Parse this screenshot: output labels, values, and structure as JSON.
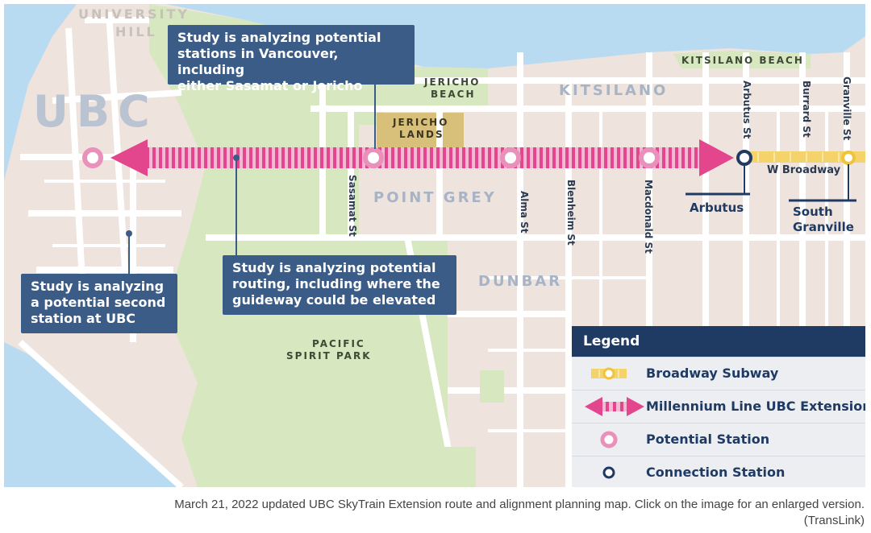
{
  "colors": {
    "water": "#b9dbf1",
    "land": "#eee3dd",
    "park": "#d7e7c0",
    "road": "#ffffff",
    "route": "#e4468d",
    "callout": "#3b5c86",
    "station_dark": "#1f3a63",
    "subway": "#f5d36b"
  },
  "areas": {
    "ubc": "UBC",
    "university_hill_1": "UNIVERSITY",
    "university_hill_2": "HILL",
    "kitsilano_beach": "KITSILANO BEACH",
    "jericho_beach_1": "JERICHO",
    "jericho_beach_2": "BEACH",
    "jericho_lands_1": "JERICHO",
    "jericho_lands_2": "LANDS",
    "kitsilano": "KITSILANO",
    "point_grey": "POINT GREY",
    "dunbar": "DUNBAR",
    "pacific_spirit_1": "PACIFIC",
    "pacific_spirit_2": "SPIRIT PARK"
  },
  "streets": {
    "sasamat": "Sasamat St",
    "alma": "Alma St",
    "blenheim": "Blenheim St",
    "macdonald": "Macdonald St",
    "arbutus": "Arbutus St",
    "burrard": "Burrard St",
    "granville": "Granville St",
    "broadway": "W Broadway"
  },
  "stations": {
    "arbutus": "Arbutus",
    "south_granville_1": "South",
    "south_granville_2": "Granville"
  },
  "callouts": {
    "vancouver": [
      "Study is analyzing potential",
      "stations in Vancouver, including",
      "either Sasamat or Jericho"
    ],
    "routing": [
      "Study is analyzing potential",
      "routing, including  where the",
      "guideway could  be elevated"
    ],
    "ubc": [
      "Study is analyzing",
      "a potential second",
      "station at UBC"
    ]
  },
  "legend": {
    "title": "Legend",
    "items": [
      {
        "label": "Broadway Subway",
        "icon": "broadway-subway-icon"
      },
      {
        "label": "Millennium Line UBC Extension",
        "icon": "extension-arrow-icon"
      },
      {
        "label": "Potential Station",
        "icon": "potential-station-icon"
      },
      {
        "label": "Connection Station",
        "icon": "connection-station-icon"
      }
    ]
  },
  "caption": {
    "line1": "March 21, 2022 updated UBC SkyTrain Extension route and alignment planning map. Click on the image for an enlarged version.",
    "line2": "(TransLink)"
  }
}
